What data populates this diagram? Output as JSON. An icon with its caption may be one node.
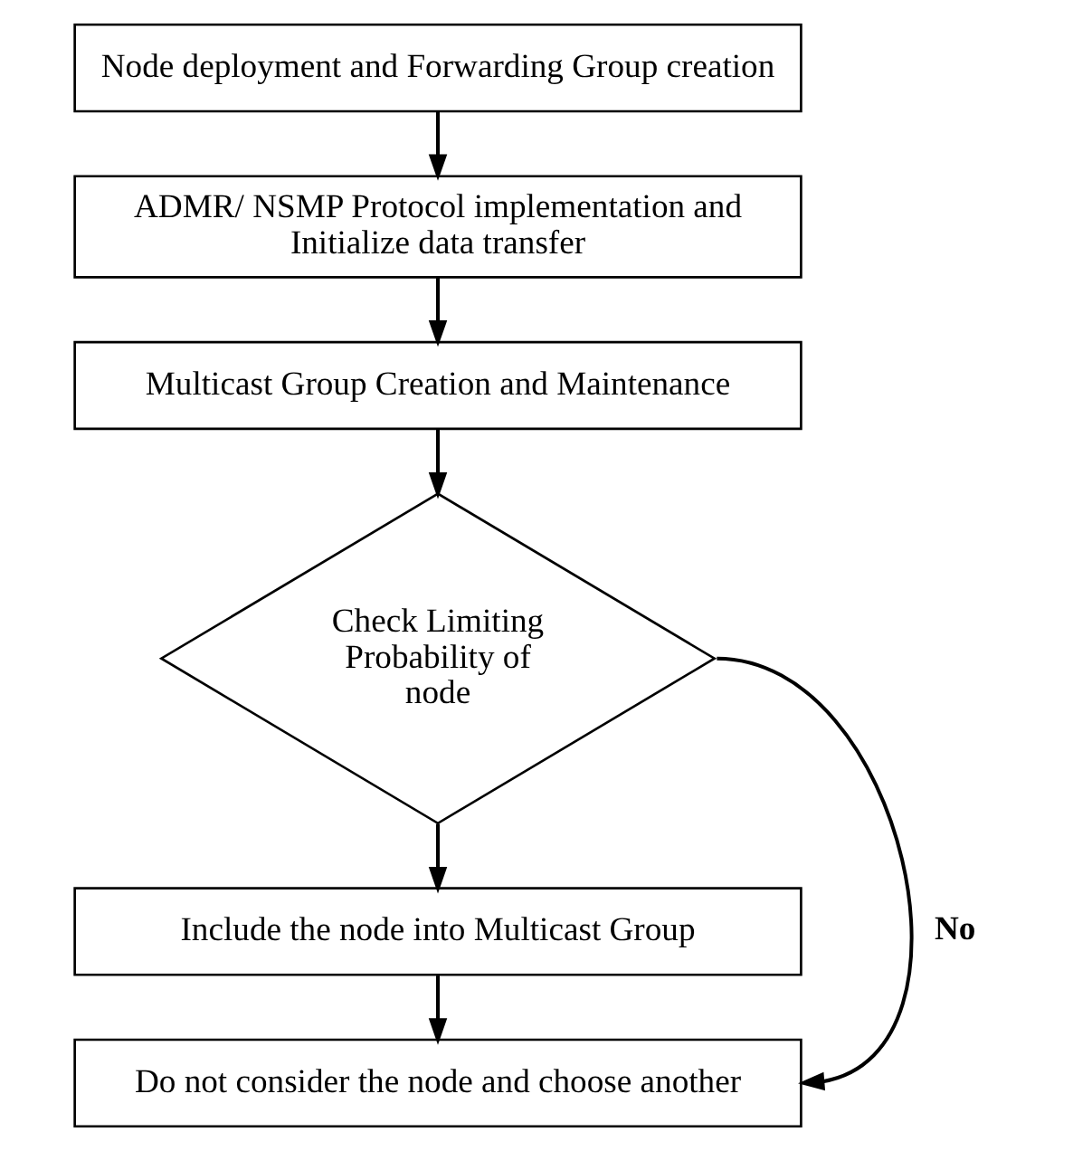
{
  "diagram": {
    "nodes": [
      {
        "text": [
          "Node deployment and Forwarding Group creation"
        ]
      },
      {
        "text": [
          "ADMR/ NSMP Protocol implementation and Initialize data transfer"
        ]
      },
      {
        "text": [
          "Multicast Group Creation and Maintenance"
        ]
      },
      {
        "text": [
          "Check Limiting Probability of node"
        ]
      },
      {
        "text": [
          "Include the node into Multicast Group"
        ]
      },
      {
        "text": [
          "Do not consider the node and choose another"
        ]
      }
    ],
    "edges": [
      {
        "from": 0,
        "to": 1,
        "arrow": "to"
      },
      {
        "from": 1,
        "to": 2,
        "arrow": "to"
      },
      {
        "from": 2,
        "to": 3,
        "arrow": "to"
      },
      {
        "from": 3,
        "to": 4,
        "arrow": "to"
      },
      {
        "from": 3,
        "to": 5,
        "arrow": "to",
        "label": "No"
      },
      {
        "from": 4,
        "to": 5,
        "arrow": "to"
      }
    ]
  }
}
